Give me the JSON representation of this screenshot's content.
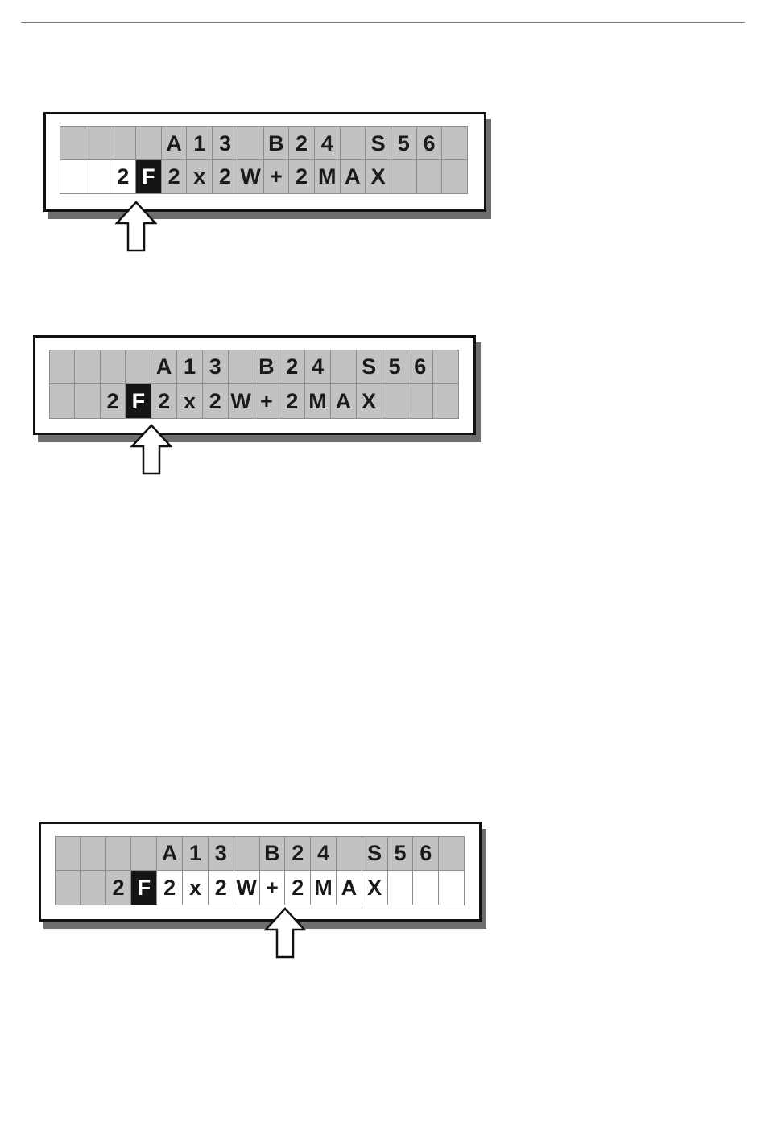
{
  "figures": [
    {
      "id": "display-1",
      "row1": [
        "",
        "",
        "",
        "",
        "A",
        "1",
        "3",
        "",
        "B",
        "2",
        "4",
        "",
        "S",
        "5",
        "6",
        ""
      ],
      "row2": [
        "",
        "",
        "2",
        "F",
        "2",
        "x",
        "2",
        "W",
        "+",
        "2",
        "M",
        "A",
        "X",
        "",
        "",
        ""
      ],
      "row2_cursor_index": 3,
      "row2_blank_cells": [
        0,
        1,
        2
      ],
      "pointer_column": 2
    },
    {
      "id": "display-2",
      "row1": [
        "",
        "",
        "",
        "",
        "A",
        "1",
        "3",
        "",
        "B",
        "2",
        "4",
        "",
        "S",
        "5",
        "6",
        ""
      ],
      "row2": [
        "",
        "",
        "2",
        "F",
        "2",
        "x",
        "2",
        "W",
        "+",
        "2",
        "M",
        "A",
        "X",
        "",
        "",
        ""
      ],
      "row2_cursor_index": 3,
      "row2_blank_cells": [],
      "pointer_column": 3
    },
    {
      "id": "display-3",
      "row1": [
        "",
        "",
        "",
        "",
        "A",
        "1",
        "3",
        "",
        "B",
        "2",
        "4",
        "",
        "S",
        "5",
        "6",
        ""
      ],
      "row2": [
        "",
        "",
        "2",
        "F",
        "2",
        "x",
        "2",
        "W",
        "+",
        "2",
        "M",
        "A",
        "X",
        "",
        "",
        ""
      ],
      "row2_cursor_index": 3,
      "row2_blank_cells": [
        4,
        5,
        6,
        7,
        8,
        9,
        10,
        11,
        12,
        13,
        14,
        15
      ],
      "pointer_column": 8
    }
  ],
  "colors": {
    "cell": "#c2c2c2",
    "cursor": "#151515",
    "blank": "#ffffff",
    "frame": "#111111",
    "shadow": "#6e6e6e"
  }
}
